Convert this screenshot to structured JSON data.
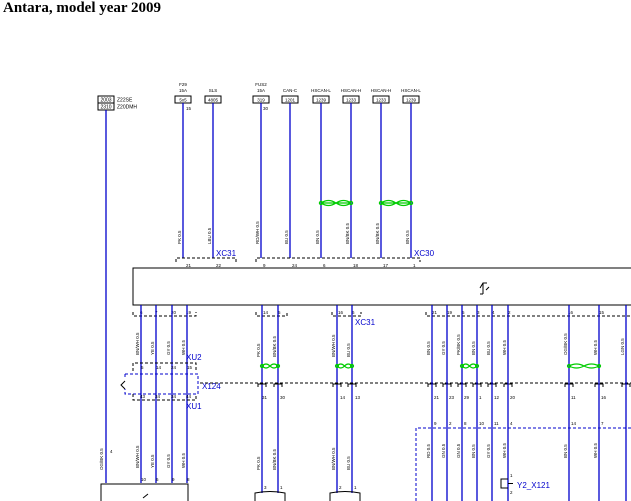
{
  "title": "Antara, model year 2009",
  "left_block": {
    "codes": [
      "2003",
      "2310"
    ],
    "labels": [
      "Z22SE",
      "Z20DMH"
    ],
    "pin": "4",
    "wire": "OG/BK 0.5"
  },
  "top_sources": [
    {
      "name": "F29",
      "rating": "15A",
      "box": "5x5",
      "pin": "15"
    },
    {
      "name": "SLS",
      "rating": "",
      "box": "4805",
      "pin": ""
    },
    {
      "name": "FUS2",
      "rating": "15A",
      "box": "319",
      "pin": "30"
    },
    {
      "name": "CAN-C",
      "rating": "",
      "box": "1201",
      "pin": ""
    },
    {
      "name": "HSCAN-L",
      "rating": "",
      "box": "1239",
      "pin": ""
    },
    {
      "name": "HSCAN-H",
      "rating": "",
      "box": "1233",
      "pin": ""
    },
    {
      "name": "HSCAN-H",
      "rating": "",
      "box": "1233",
      "pin": ""
    },
    {
      "name": "HSCAN-L",
      "rating": "",
      "box": "1239",
      "pin": ""
    }
  ],
  "upper_wires": [
    "PK 0.5",
    "LBU 0.5",
    "RD/WH 0.5",
    "BU 0.5",
    "BN 0.5",
    "BN/BK 0.5",
    "BN/BK 0.5",
    "BN 0.5"
  ],
  "connectors": {
    "xc31": "XC31",
    "xc30": "XC30",
    "xc31_lower": "XC31",
    "xu2": "XU2",
    "x124": "X124",
    "xu1": "XU1",
    "y2": "Y2_X121"
  },
  "xc31_pins": [
    "21",
    "22"
  ],
  "xc30_pins": [
    "9",
    "24",
    "6",
    "18",
    "17",
    "1"
  ],
  "module_bottom_pins": [
    "6",
    "7",
    "20",
    "19",
    "14",
    "5",
    "16",
    "6",
    "21",
    "19",
    "5",
    "3",
    "4",
    "2",
    "16",
    "15"
  ],
  "xu2_pins": [
    "5",
    "14",
    "24",
    "15"
  ],
  "xu1_pins": [
    "43",
    "34",
    "34",
    "44"
  ],
  "mid_wires_left": [
    "BN/WH 0.5",
    "YE 0.5",
    "GY 0.5",
    "WH 0.5"
  ],
  "mid_wires": [
    "PK 0.5",
    "BN/BK 0.5",
    "BN/WH 0.5",
    "BU 0.5"
  ],
  "lower_pins": [
    "31",
    "30",
    "14",
    "13"
  ],
  "right_wires_mid": [
    "BN 0.5",
    "GY 0.5",
    "PK/BK 0.5",
    "BN 0.5",
    "BU 0.5",
    "WH 0.5",
    "OG/BK 0.5",
    "WH 0.5",
    "LGN 0.5"
  ],
  "right_pins_mid": [
    "21",
    "23",
    "29",
    "1",
    "12",
    "20",
    "11",
    "16"
  ],
  "right_pins_lower": [
    "9",
    "2",
    "8",
    "10",
    "11",
    "4",
    "14",
    "7"
  ],
  "right_wires_lower": [
    "RD 0.5",
    "GN 0.5",
    "GN 0.5",
    "BN 0.5",
    "GY 0.5",
    "WH 0.5",
    "BN 0.5",
    "WH 0.5"
  ],
  "bottom_wires_left": [
    "BN/WH 0.5",
    "YE 0.5",
    "GY 0.5",
    "WH 0.5"
  ],
  "bottom_pins_left": [
    "10",
    "6",
    "9",
    "8"
  ],
  "bottom_wires_mid": [
    "PK 0.5",
    "BN/BK 0.5",
    "BN/WH 0.5",
    "BU 0.5"
  ],
  "bottom_pins_mid": [
    "3",
    "1",
    "2",
    "1"
  ],
  "y2_pins": [
    "1",
    "2"
  ]
}
